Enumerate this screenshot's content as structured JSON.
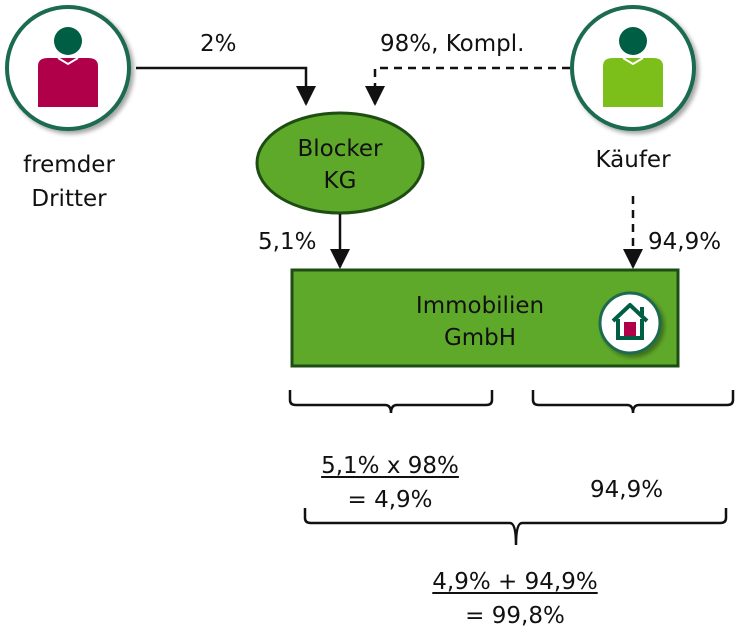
{
  "persons": {
    "third_party": {
      "line1": "fremder",
      "line2": "Dritter",
      "color": "#b0004a"
    },
    "buyer": {
      "label": "Käufer",
      "color": "#7cbf1b"
    },
    "head_color": "#005e45"
  },
  "blocker": {
    "line1": "Blocker",
    "line2": "KG",
    "fill": "#5fa92a"
  },
  "company": {
    "line1": "Immobilien",
    "line2": "GmbH",
    "fill": "#5fa92a"
  },
  "arrows": {
    "third_to_blocker": "2%",
    "buyer_to_blocker": "98%, Kompl.",
    "blocker_to_company": "5,1%",
    "buyer_to_company": "94,9%"
  },
  "calc": {
    "left_top": "5,1% x 98%",
    "left_bottom": "= 4,9%",
    "right": "94,9%",
    "total_top": "4,9% + 94,9%",
    "total_bottom": "= 99,8%"
  },
  "colors": {
    "circle_border": "#1a6b50",
    "house": "#005e45",
    "door": "#b0004a"
  }
}
